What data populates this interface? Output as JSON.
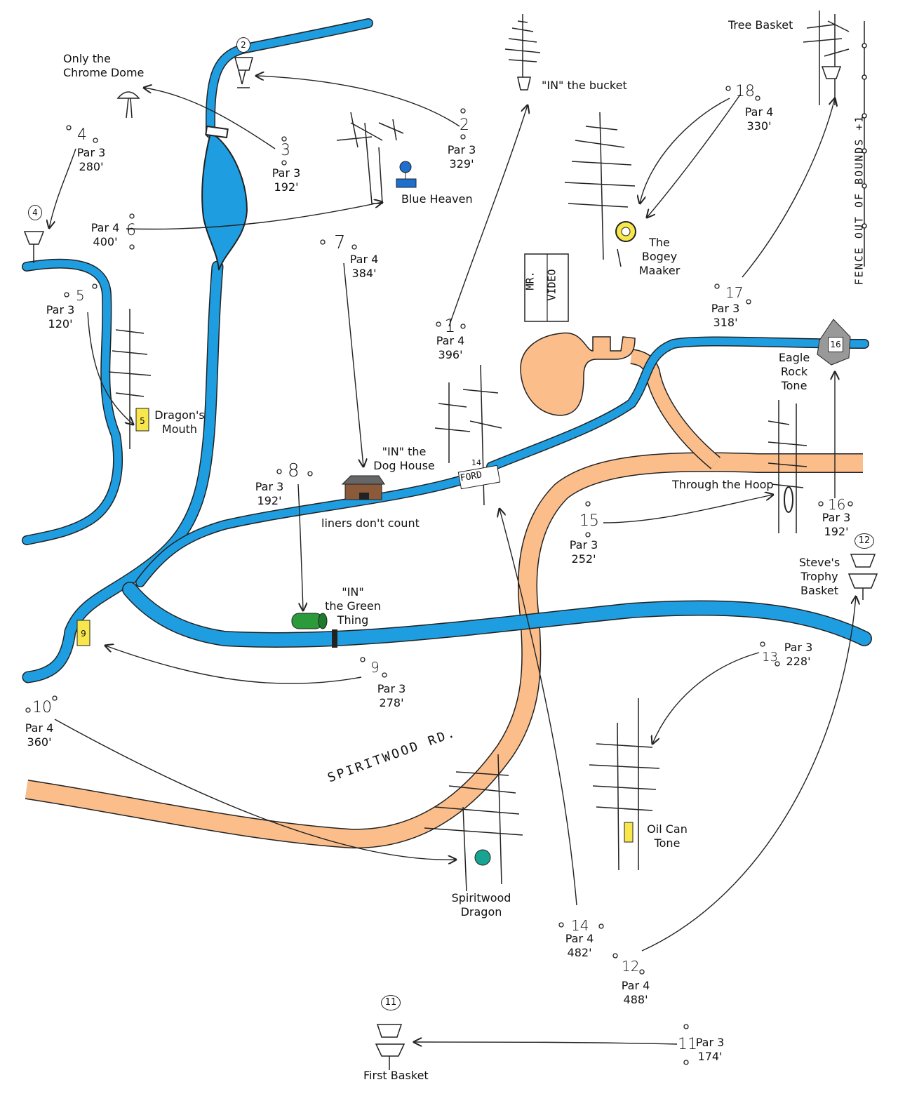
{
  "map": {
    "colors": {
      "creek": "#1e9ee0",
      "road": "#fbbe8a",
      "ink": "#222222",
      "highlight_yellow": "#f7e64c",
      "green": "#2a9a3a",
      "teal": "#19a392"
    },
    "road_name": "SPIRITWOOD RD.",
    "ford_label": "FORD",
    "video_label_1": "MR.",
    "video_label_2": "VIDEO",
    "fence_label": "FENCE OUT OF BOUNDS +1",
    "holes": [
      {
        "num": "1",
        "par": "Par 4",
        "dist": "396'"
      },
      {
        "num": "2",
        "par": "Par 3",
        "dist": "329'"
      },
      {
        "num": "3",
        "par": "Par 3",
        "dist": "192'"
      },
      {
        "num": "4",
        "par": "Par 3",
        "dist": "280'"
      },
      {
        "num": "5",
        "par": "Par 3",
        "dist": "120'"
      },
      {
        "num": "6",
        "par": "Par 4",
        "dist": "400'"
      },
      {
        "num": "7",
        "par": "Par 4",
        "dist": "384'"
      },
      {
        "num": "8",
        "par": "Par 3",
        "dist": "192'"
      },
      {
        "num": "9",
        "par": "Par 3",
        "dist": "278'"
      },
      {
        "num": "10",
        "par": "Par 4",
        "dist": "360'"
      },
      {
        "num": "11",
        "par": "Par 3",
        "dist": "174'"
      },
      {
        "num": "12",
        "par": "Par 4",
        "dist": "488'"
      },
      {
        "num": "13",
        "par": "Par 3",
        "dist": "228'"
      },
      {
        "num": "14",
        "par": "Par 4",
        "dist": "482'"
      },
      {
        "num": "15",
        "par": "Par 3",
        "dist": "252'"
      },
      {
        "num": "16",
        "par": "Par 3",
        "dist": "192'"
      },
      {
        "num": "17",
        "par": "Par 3",
        "dist": "318'"
      },
      {
        "num": "18",
        "par": "Par 4",
        "dist": "330'"
      }
    ],
    "targets": {
      "tree_basket": "Tree Basket",
      "in_bucket": "\"IN\" the bucket",
      "chrome_dome_1": "Only the",
      "chrome_dome_2": "Chrome Dome",
      "blue_heaven": "Blue Heaven",
      "bogey_1": "The",
      "bogey_2": "Bogey",
      "bogey_3": "Maaker",
      "dragons_mouth_1": "Dragon's",
      "dragons_mouth_2": "Mouth",
      "dog_house_1": "\"IN\" the",
      "dog_house_2": "Dog House",
      "liners": "liners don't count",
      "eagle_1": "Eagle",
      "eagle_2": "Rock",
      "eagle_3": "Tone",
      "hoop": "Through the Hoop",
      "green_1": "\"IN\"",
      "green_2": "the Green",
      "green_3": "Thing",
      "trophy_1": "Steve's",
      "trophy_2": "Trophy",
      "trophy_3": "Basket",
      "oil_1": "Oil Can",
      "oil_2": "Tone",
      "dragon_1": "Spiritwood",
      "dragon_2": "Dragon",
      "first_basket": "First Basket"
    },
    "sign_numbers": {
      "s2": "2",
      "s4": "4",
      "s5": "5",
      "s9": "9",
      "s11": "11",
      "s12": "12",
      "s14": "14",
      "s16": "16"
    }
  }
}
